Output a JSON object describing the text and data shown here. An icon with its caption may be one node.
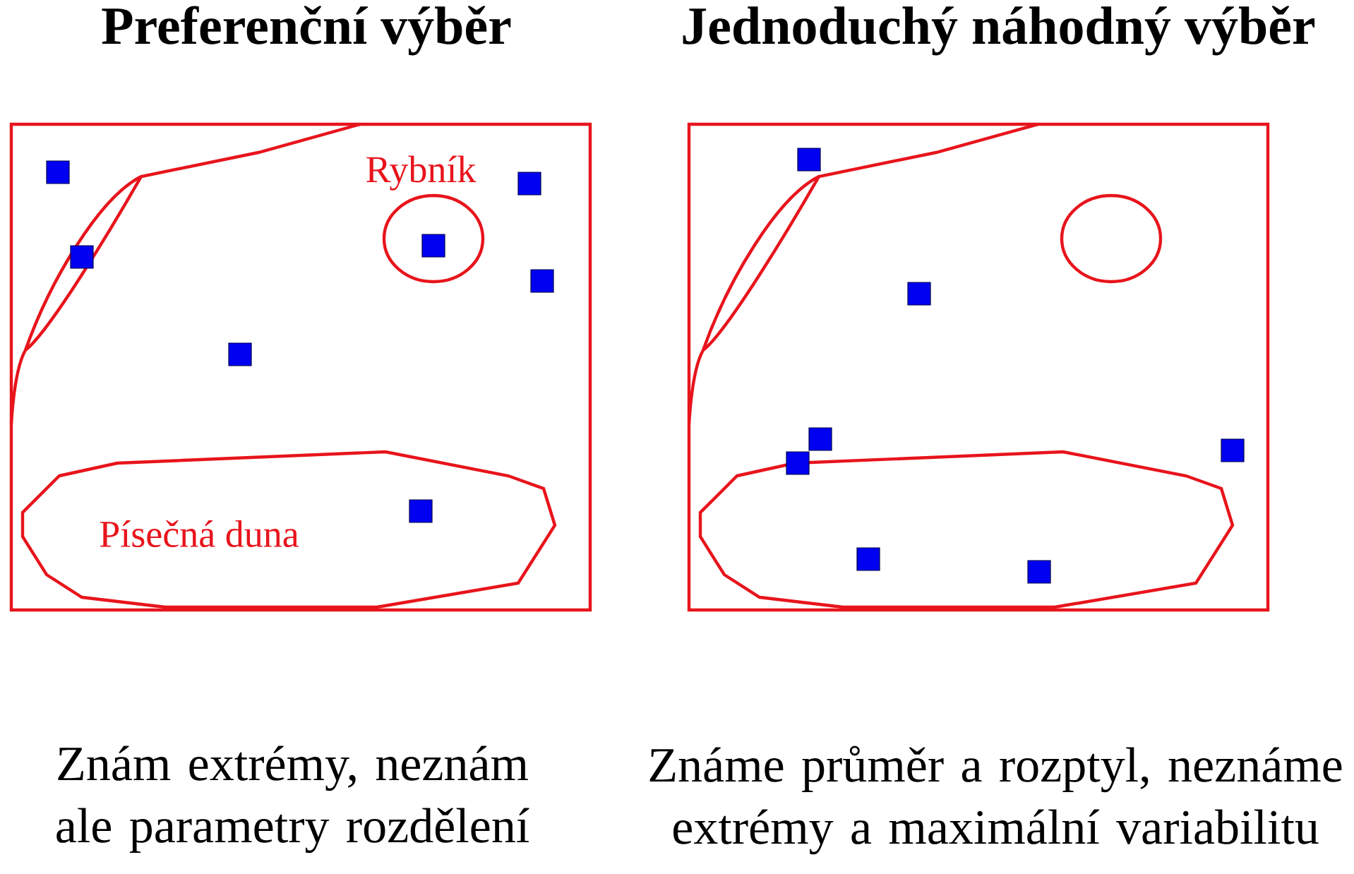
{
  "diagram": {
    "nodes": [
      {
        "text": [
          "Preferenční výběr"
        ],
        "beside": [
          "Znám extrémy, neznám ale parametry rozdělení"
        ]
      },
      {
        "text": [
          "Rybník"
        ],
        "in": 0
      },
      {
        "text": [
          "Písečná duna"
        ],
        "in": 0
      },
      {
        "text": [
          "Jednoduchý náhodný výběr"
        ],
        "beside": [
          "Známe průměr a rozptyl, neznáme extrémy a maximální variabilitu"
        ]
      },
      {
        "text": [],
        "shape": "circle",
        "in": 3
      },
      {
        "text": [],
        "shape": "polygon",
        "in": 3
      }
    ],
    "edges": []
  }
}
